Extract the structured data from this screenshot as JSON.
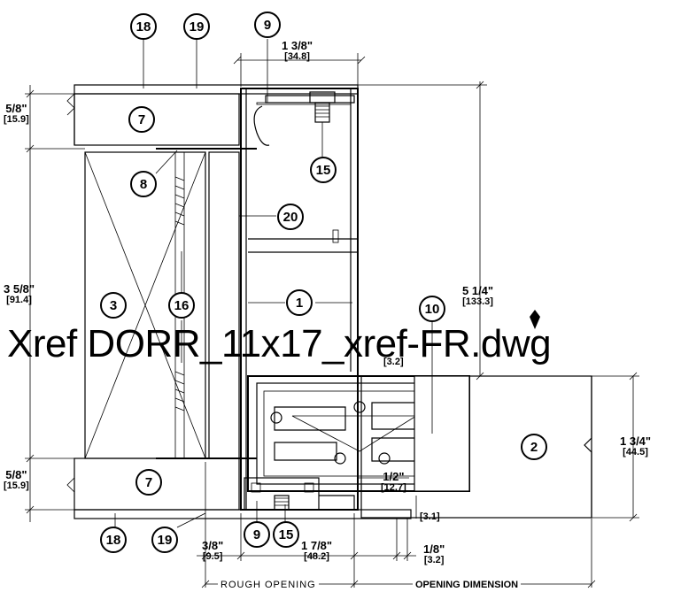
{
  "xref_label": "Xref DORR_11x17_xref-FR.dwg",
  "bottom_labels": {
    "rough_opening": "ROUGH  OPENING",
    "opening_dimension": "OPENING DIMENSION"
  },
  "callouts": [
    {
      "id": "c18a",
      "text": "18"
    },
    {
      "id": "c19a",
      "text": "19"
    },
    {
      "id": "c9a",
      "text": "9"
    },
    {
      "id": "c7a",
      "text": "7"
    },
    {
      "id": "c15a",
      "text": "15"
    },
    {
      "id": "c8",
      "text": "8"
    },
    {
      "id": "c20",
      "text": "20"
    },
    {
      "id": "c3",
      "text": "3"
    },
    {
      "id": "c16",
      "text": "16"
    },
    {
      "id": "c1",
      "text": "1"
    },
    {
      "id": "c10",
      "text": "10"
    },
    {
      "id": "c2",
      "text": "2"
    },
    {
      "id": "c7b",
      "text": "7"
    },
    {
      "id": "c18b",
      "text": "18"
    },
    {
      "id": "c19b",
      "text": "19"
    },
    {
      "id": "c9b",
      "text": "9"
    },
    {
      "id": "c15b",
      "text": "15"
    }
  ],
  "dimensions": {
    "top_width": {
      "frac": "1 3/8\"",
      "metric": "[34.8]"
    },
    "top_wall": {
      "frac": "5/8\"",
      "metric": "[15.9]"
    },
    "stud": {
      "frac": "3 5/8\"",
      "metric": "[91.4]"
    },
    "overall": {
      "frac": "5 1/4\"",
      "metric": "[133.3]"
    },
    "door": {
      "frac": "1 3/4\"",
      "metric": "[44.5]"
    },
    "bottom_wall": {
      "frac": "5/8\"",
      "metric": "[15.9]"
    },
    "gap_left": {
      "frac": "3/8\"",
      "metric": "[9.5]"
    },
    "face": {
      "frac": "1 7/8\"",
      "metric": "[48.2]"
    },
    "gap_right": {
      "frac": "1/8\"",
      "metric": "[3.2]"
    },
    "hinge_offset": {
      "frac": "1/2\"",
      "metric": "[12.7]"
    },
    "small_a": {
      "metric": "[3.2]"
    },
    "small_b": {
      "metric": "[3.1]"
    }
  }
}
